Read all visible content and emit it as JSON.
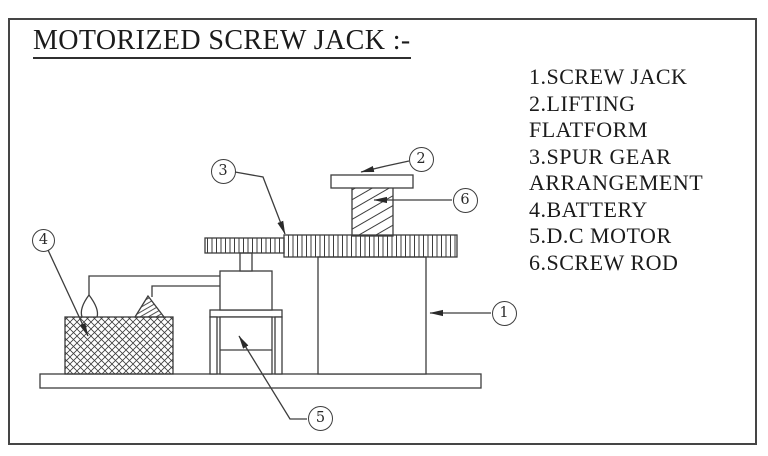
{
  "title": "MOTORIZED SCREW JACK :-",
  "legend": {
    "lines": [
      "1.SCREW JACK",
      "2.LIFTING",
      "FLATFORM",
      "3.SPUR GEAR",
      "ARRANGEMENT",
      "4.BATTERY",
      "5.D.C MOTOR",
      "6.SCREW ROD"
    ]
  },
  "callouts": [
    "1",
    "2",
    "3",
    "4",
    "5",
    "6"
  ],
  "colors": {
    "line": "#3d3d3d",
    "text": "#1b1b1b",
    "background": "#ffffff"
  }
}
